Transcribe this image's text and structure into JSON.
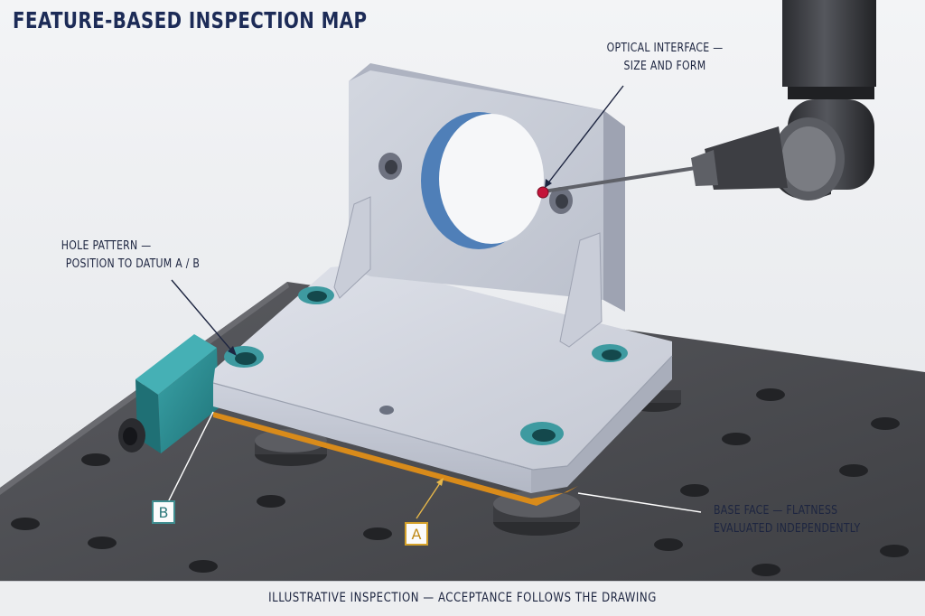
{
  "title": "FEATURE-BASED INSPECTION MAP",
  "callouts": {
    "optical_interface": {
      "line1": "OPTICAL INTERFACE —",
      "line2": "SIZE AND FORM"
    },
    "hole_pattern": {
      "line1": "HOLE PATTERN —",
      "line2": "POSITION TO DATUM A / B"
    },
    "base_face": {
      "line1": "BASE FACE — FLATNESS",
      "line2": "EVALUATED INDEPENDENTLY"
    }
  },
  "datums": {
    "b": "B",
    "a": "A"
  },
  "footer": "ILLUSTRATIVE INSPECTION — ACCEPTANCE FOLLOWS THE DRAWING",
  "colors": {
    "title": "#1c2b57",
    "table": "#4b4c50",
    "part": "#c6cad6",
    "bore_interior": "#5b88be",
    "datum_b": "#3f8d8f",
    "datum_a": "#d4a12a",
    "stop_block": "#2d8d92",
    "probe_tip": "#c4143a"
  },
  "icons": [
    "probe-head-icon",
    "stylus-icon",
    "stop-block-icon"
  ]
}
